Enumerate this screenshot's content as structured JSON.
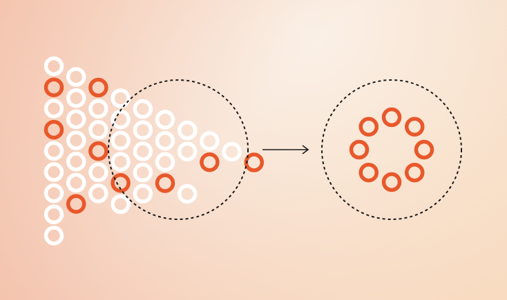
{
  "colors": {
    "highlight": "#e8582b",
    "plain": "#ffffff",
    "outline": "#1a1a1a"
  },
  "diagram": {
    "source_group": {
      "rows": [
        [
          "plain",
          "plain",
          "highlight",
          "plain",
          "plain",
          "plain",
          "plain",
          "plain",
          "plain",
          "highlight"
        ],
        [
          "highlight",
          "plain",
          "plain",
          "plain",
          "plain",
          "plain",
          "plain",
          "highlight"
        ],
        [
          "plain",
          "plain",
          "plain",
          "plain",
          "plain",
          "plain"
        ],
        [
          "highlight",
          "plain",
          "highlight",
          "plain",
          "plain",
          "highlight",
          "plain"
        ],
        [
          "plain",
          "plain",
          "plain",
          "highlight",
          "plain"
        ],
        [
          "plain",
          "plain",
          "plain",
          "plain"
        ],
        [
          "plain",
          "highlight"
        ],
        [
          "plain"
        ],
        [
          "plain"
        ]
      ]
    },
    "selected_count": 8,
    "arrow": "right-arrow",
    "result_group": {
      "count": 8
    }
  }
}
